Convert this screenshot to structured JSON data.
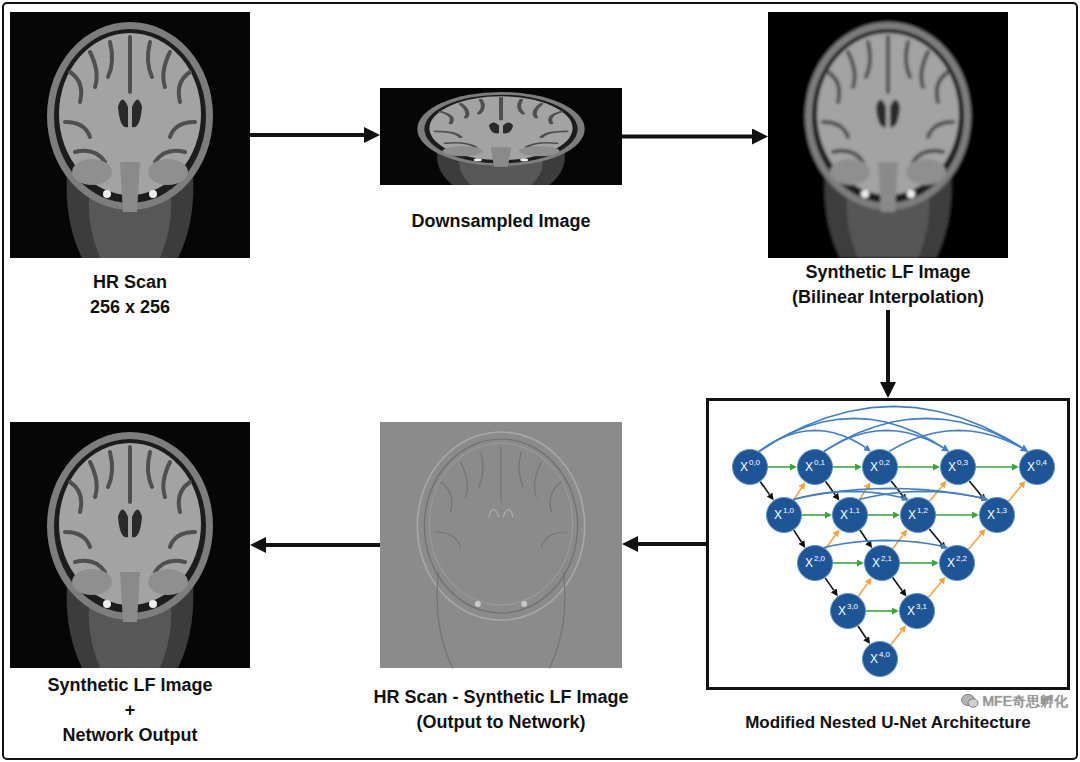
{
  "diagram": {
    "nodes": [
      {
        "text": [
          "HR Scan",
          "256 x 256"
        ]
      },
      {
        "text": [
          "Downsampled Image"
        ]
      },
      {
        "text": [
          "Synthetic LF Image",
          "(Bilinear Interpolation)"
        ]
      },
      {
        "text": [
          "Modified Nested U-Net Architecture"
        ]
      },
      {
        "text": [
          "X",
          "0,0"
        ],
        "in": 3
      },
      {
        "text": [
          "X",
          "0,1"
        ],
        "in": 3
      },
      {
        "text": [
          "X",
          "0,2"
        ],
        "in": 3
      },
      {
        "text": [
          "X",
          "0,3"
        ],
        "in": 3
      },
      {
        "text": [
          "X",
          "0,4"
        ],
        "in": 3
      },
      {
        "text": [
          "X",
          "1,0"
        ],
        "in": 3
      },
      {
        "text": [
          "X",
          "1,1"
        ],
        "in": 3
      },
      {
        "text": [
          "X",
          "1,2"
        ],
        "in": 3
      },
      {
        "text": [
          "X",
          "1,3"
        ],
        "in": 3
      },
      {
        "text": [
          "X",
          "2,0"
        ],
        "in": 3
      },
      {
        "text": [
          "X",
          "2,1"
        ],
        "in": 3
      },
      {
        "text": [
          "X",
          "2,2"
        ],
        "in": 3
      },
      {
        "text": [
          "X",
          "3,0"
        ],
        "in": 3
      },
      {
        "text": [
          "X",
          "3,1"
        ],
        "in": 3
      },
      {
        "text": [
          "X",
          "4,0"
        ],
        "in": 3
      },
      {
        "text": [
          "HR Scan - Synthetic LF Image",
          "(Output to Network)"
        ]
      },
      {
        "text": [
          "Synthetic LF Image",
          "+",
          "Network Output"
        ]
      }
    ],
    "edges": [
      {
        "from": 0,
        "to": 1,
        "arrow": "to"
      },
      {
        "from": 1,
        "to": 2,
        "arrow": "to"
      },
      {
        "from": 2,
        "to": 3,
        "arrow": "to"
      },
      {
        "from": 3,
        "to": 19,
        "arrow": "to"
      },
      {
        "from": 19,
        "to": 20,
        "arrow": "to"
      },
      {
        "from": 4,
        "to": 9,
        "arrow": "to"
      },
      {
        "from": 9,
        "to": 13,
        "arrow": "to"
      },
      {
        "from": 13,
        "to": 16,
        "arrow": "to"
      },
      {
        "from": 16,
        "to": 18,
        "arrow": "to"
      },
      {
        "from": 5,
        "to": 10,
        "arrow": "to"
      },
      {
        "from": 10,
        "to": 14,
        "arrow": "to"
      },
      {
        "from": 14,
        "to": 17,
        "arrow": "to"
      },
      {
        "from": 6,
        "to": 11,
        "arrow": "to"
      },
      {
        "from": 11,
        "to": 15,
        "arrow": "to"
      },
      {
        "from": 7,
        "to": 12,
        "arrow": "to"
      },
      {
        "from": 4,
        "to": 5,
        "arrow": "to"
      },
      {
        "from": 5,
        "to": 6,
        "arrow": "to"
      },
      {
        "from": 6,
        "to": 7,
        "arrow": "to"
      },
      {
        "from": 7,
        "to": 8,
        "arrow": "to"
      },
      {
        "from": 9,
        "to": 10,
        "arrow": "to"
      },
      {
        "from": 10,
        "to": 11,
        "arrow": "to"
      },
      {
        "from": 11,
        "to": 12,
        "arrow": "to"
      },
      {
        "from": 13,
        "to": 14,
        "arrow": "to"
      },
      {
        "from": 14,
        "to": 15,
        "arrow": "to"
      },
      {
        "from": 16,
        "to": 17,
        "arrow": "to"
      },
      {
        "from": 9,
        "to": 5,
        "arrow": "to"
      },
      {
        "from": 10,
        "to": 6,
        "arrow": "to"
      },
      {
        "from": 11,
        "to": 7,
        "arrow": "to"
      },
      {
        "from": 12,
        "to": 8,
        "arrow": "to"
      },
      {
        "from": 13,
        "to": 10,
        "arrow": "to"
      },
      {
        "from": 14,
        "to": 11,
        "arrow": "to"
      },
      {
        "from": 15,
        "to": 12,
        "arrow": "to"
      },
      {
        "from": 16,
        "to": 14,
        "arrow": "to"
      },
      {
        "from": 17,
        "to": 15,
        "arrow": "to"
      },
      {
        "from": 18,
        "to": 17,
        "arrow": "to"
      },
      {
        "from": 4,
        "to": 6,
        "arrow": "to"
      },
      {
        "from": 4,
        "to": 7,
        "arrow": "to"
      },
      {
        "from": 5,
        "to": 7,
        "arrow": "to"
      },
      {
        "from": 4,
        "to": 8,
        "arrow": "to"
      },
      {
        "from": 5,
        "to": 8,
        "arrow": "to"
      },
      {
        "from": 6,
        "to": 8,
        "arrow": "to"
      },
      {
        "from": 9,
        "to": 11,
        "arrow": "to"
      },
      {
        "from": 9,
        "to": 12,
        "arrow": "to"
      },
      {
        "from": 10,
        "to": 12,
        "arrow": "to"
      },
      {
        "from": 13,
        "to": 15,
        "arrow": "to"
      }
    ],
    "labels": [
      "MFE奇思孵化"
    ]
  }
}
